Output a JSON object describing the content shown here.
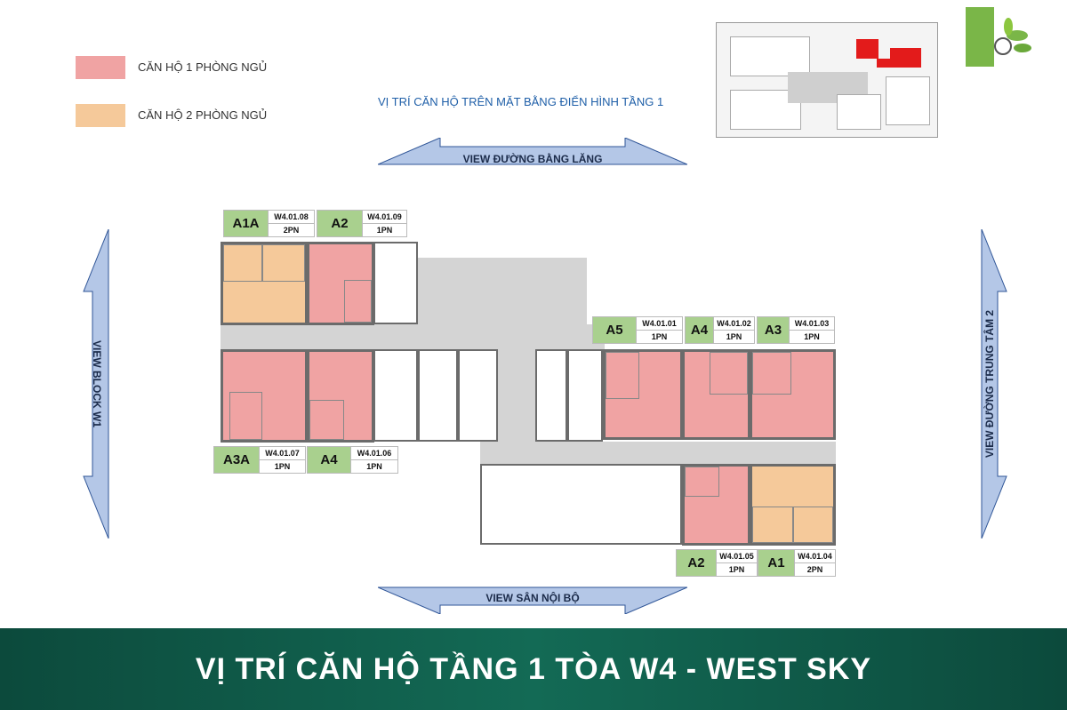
{
  "legend": [
    {
      "label": "CĂN HỘ 1 PHÒNG NGỦ",
      "color": "#f0a3a3"
    },
    {
      "label": "CĂN HỘ 2 PHÒNG NGỦ",
      "color": "#f5c99a"
    }
  ],
  "plan_title": "VỊ TRÍ CĂN HỘ TRÊN MẶT BẰNG ĐIỂN HÌNH TẦNG 1",
  "views": {
    "top": "VIEW ĐƯỜNG BẰNG LĂNG",
    "bottom": "VIEW SÂN NỘI BỘ",
    "left": "VIEW BLOCK W1",
    "right": "VIEW ĐƯỜNG TRUNG TÂM 2"
  },
  "units": [
    {
      "type": "A1A",
      "code": "W4.01.08",
      "rooms": "2PN"
    },
    {
      "type": "A2",
      "code": "W4.01.09",
      "rooms": "1PN"
    },
    {
      "type": "A5",
      "code": "W4.01.01",
      "rooms": "1PN"
    },
    {
      "type": "A4",
      "code": "W4.01.02",
      "rooms": "1PN"
    },
    {
      "type": "A3",
      "code": "W4.01.03",
      "rooms": "1PN"
    },
    {
      "type": "A3A",
      "code": "W4.01.07",
      "rooms": "1PN"
    },
    {
      "type": "A4",
      "code": "W4.01.06",
      "rooms": "1PN"
    },
    {
      "type": "A2",
      "code": "W4.01.05",
      "rooms": "1PN"
    },
    {
      "type": "A1",
      "code": "W4.01.04",
      "rooms": "2PN"
    }
  ],
  "footer_title": "VỊ TRÍ CĂN HỘ TẦNG 1 TÒA W4 - WEST SKY"
}
